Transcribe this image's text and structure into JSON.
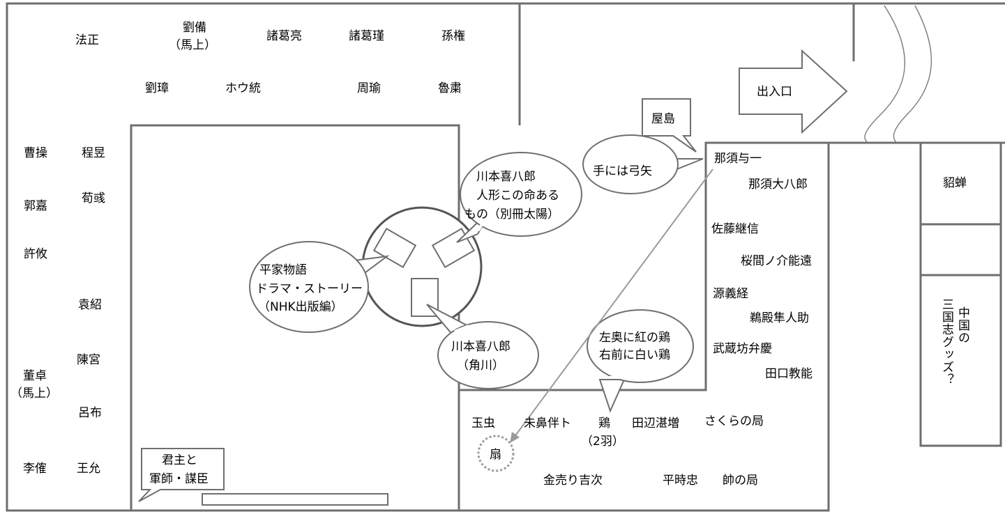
{
  "figures": {
    "hosei": "法正",
    "ryubi": "劉備",
    "bajo_1": "（馬上）",
    "shokatsuryo": "諸葛亮",
    "shokatsukin": "諸葛瑾",
    "sonken": "孫権",
    "ryusho": "劉璋",
    "houtou": "ホウ統",
    "shuyu": "周瑜",
    "rosyuku": "魯粛",
    "sousou": "曹操",
    "teiiku": "程昱",
    "kakuka": "郭嘉",
    "jun_iku": "荀彧",
    "kyoyu": "許攸",
    "ensho": "袁紹",
    "chinkyu": "陳宮",
    "tottaku": "董卓",
    "bajo_2": "（馬上）",
    "ryofu": "呂布",
    "rikaku": "李傕",
    "ouin": "王允",
    "nasu_yoichi": "那須与一",
    "nasu_daihachiro": "那須大八郎",
    "sato_tsuginobu": "佐藤継信",
    "sakuma": "桜間ノ介能遠",
    "minamoto_yoshitsune": "源義経",
    "udono": "鵜殿隼人助",
    "benkei": "武蔵坊弁慶",
    "taguchi": "田口教能",
    "tamamushi": "玉虫",
    "mibana": "未鼻伴ト",
    "niwatori": "鶏",
    "niwatori_count": "（2羽）",
    "tanabe": "田辺湛増",
    "sakura": "さくらの局",
    "kanauri": "金売り吉次",
    "tokitada": "平時忠",
    "sochi": "帥の局",
    "chousen": "貂蝉"
  },
  "labels": {
    "entrance": "出入口",
    "yashima": "屋島",
    "ougi": "扇",
    "goods_col1": "中国の",
    "goods_col2": "三国志グッズ？"
  },
  "callouts": {
    "kawamoto_1": [
      "川本喜八郎",
      "人形この命ある",
      "もの（別冊太陽）"
    ],
    "heike": [
      "平家物語",
      "ドラマ・ストーリー",
      "（NHK出版編）"
    ],
    "kawamoto_2": [
      "川本喜八郎",
      "（角川）"
    ],
    "yumiya": "手には弓矢",
    "niwatori_note": [
      "左奥に紅の鶏",
      "右前に白い鶏"
    ],
    "kunshu": [
      "君主と",
      "軍師・謀臣"
    ]
  }
}
